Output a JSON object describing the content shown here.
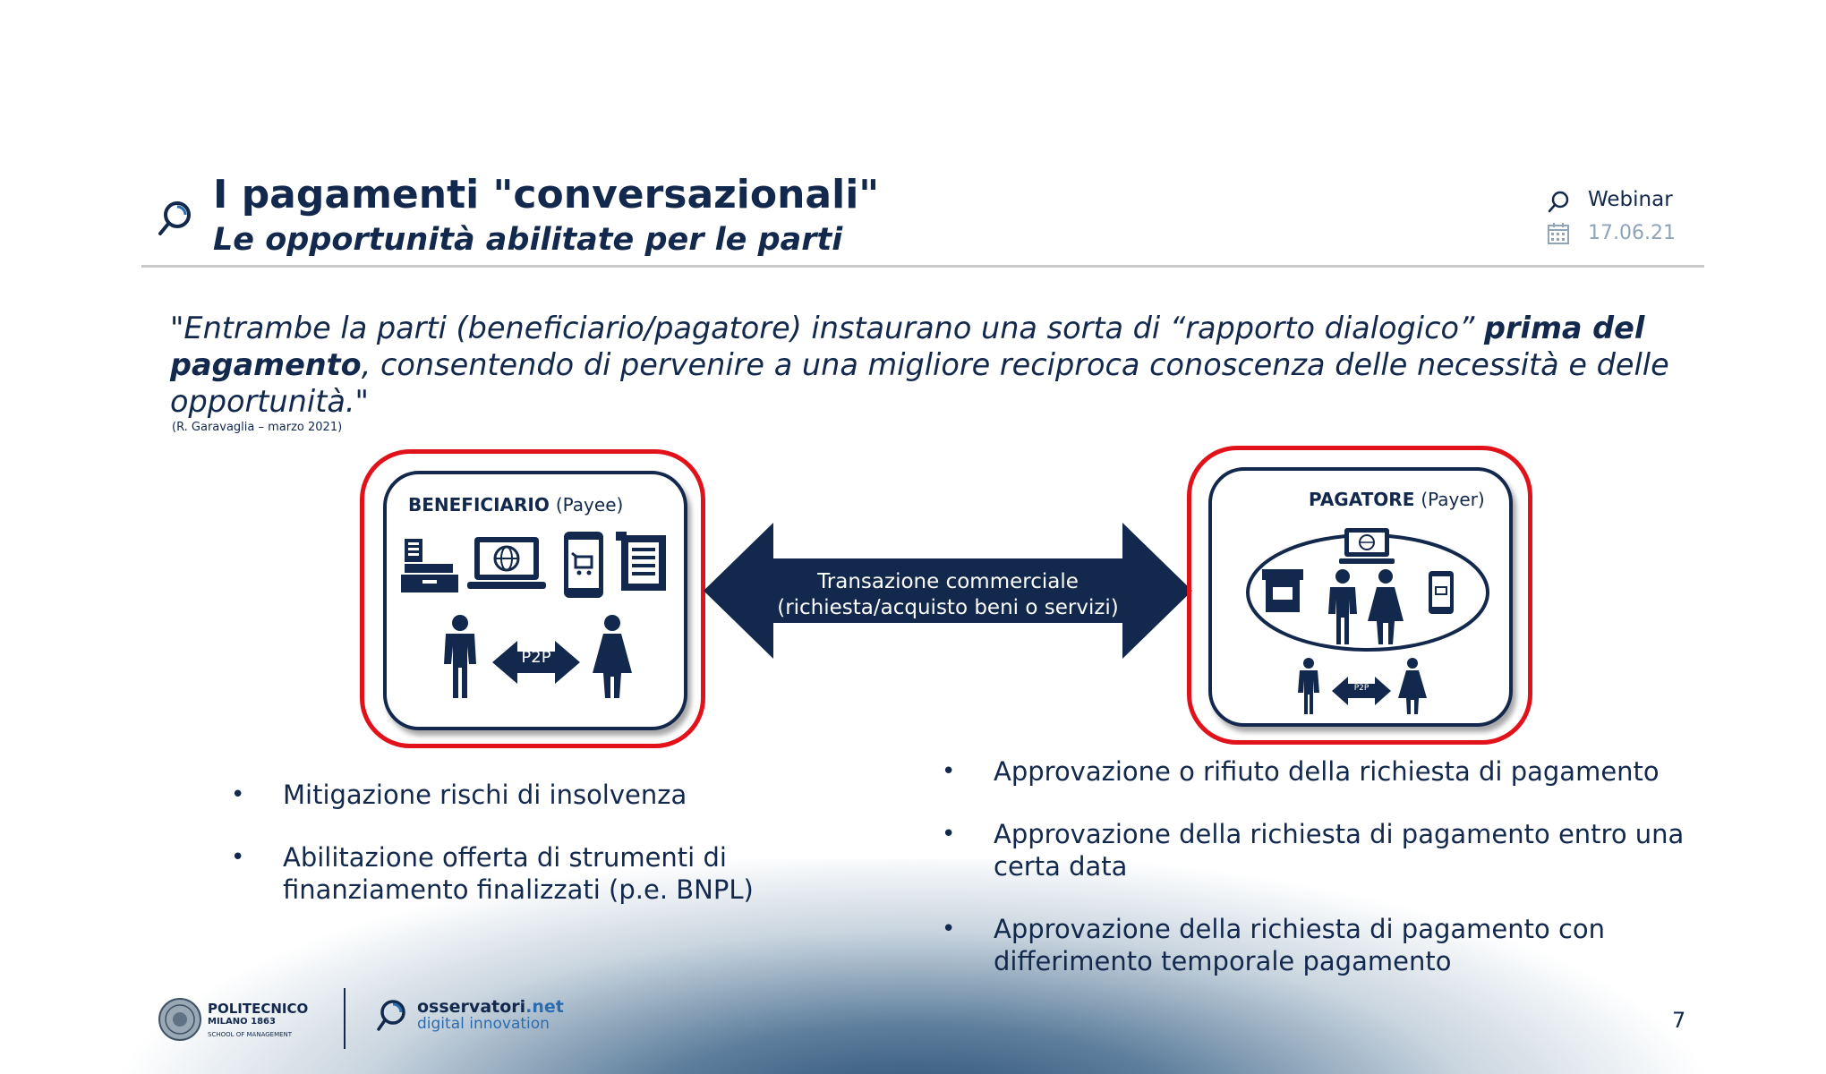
{
  "header": {
    "title": "I pagamenti \"conversazionali\"",
    "subtitle": "Le opportunità abilitate per le parti",
    "event_label": "Webinar",
    "date": "17.06.21"
  },
  "quote": {
    "open": "\"Entrambe la parti (beneficiario/pagatore) instaurano una sorta di “rapporto dialogico” ",
    "bold": "prima del pagamento",
    "rest": ", consentendo di pervenire a una migliore reciproca conoscenza delle necessità e delle opportunità.\"",
    "source": "(R. Garavaglia – marzo 2021)"
  },
  "diagram": {
    "left_box": {
      "title": "BENEFICIARIO",
      "subtitle": "(Payee)",
      "p2p_label": "P2P"
    },
    "right_box": {
      "title": "PAGATORE",
      "subtitle": "(Payer)",
      "p2p_label": "P2P"
    },
    "arrow": {
      "line1": "Transazione commerciale",
      "line2": "(richiesta/acquisto beni o servizi)"
    }
  },
  "left_bullets": [
    "Mitigazione rischi di insolvenza",
    "Abilitazione offerta di strumenti di finanziamento finalizzati (p.e. BNPL)"
  ],
  "right_bullets": [
    "Approvazione o rifiuto della richiesta di pagamento",
    "Approvazione della richiesta di pagamento entro una certa data",
    "Approvazione della richiesta di pagamento con differimento temporale pagamento"
  ],
  "footer": {
    "polimi_name": "POLITECNICO",
    "polimi_city": "MILANO 1863",
    "polimi_school": "SCHOOL OF MANAGEMENT",
    "osservatori_name": "osservatori",
    "osservatori_tld": ".net",
    "osservatori_tag": "digital innovation",
    "page_number": "7"
  },
  "colors": {
    "navy": "#12284c",
    "red": "#e2121b",
    "accent_blue": "#2b6cb0"
  }
}
